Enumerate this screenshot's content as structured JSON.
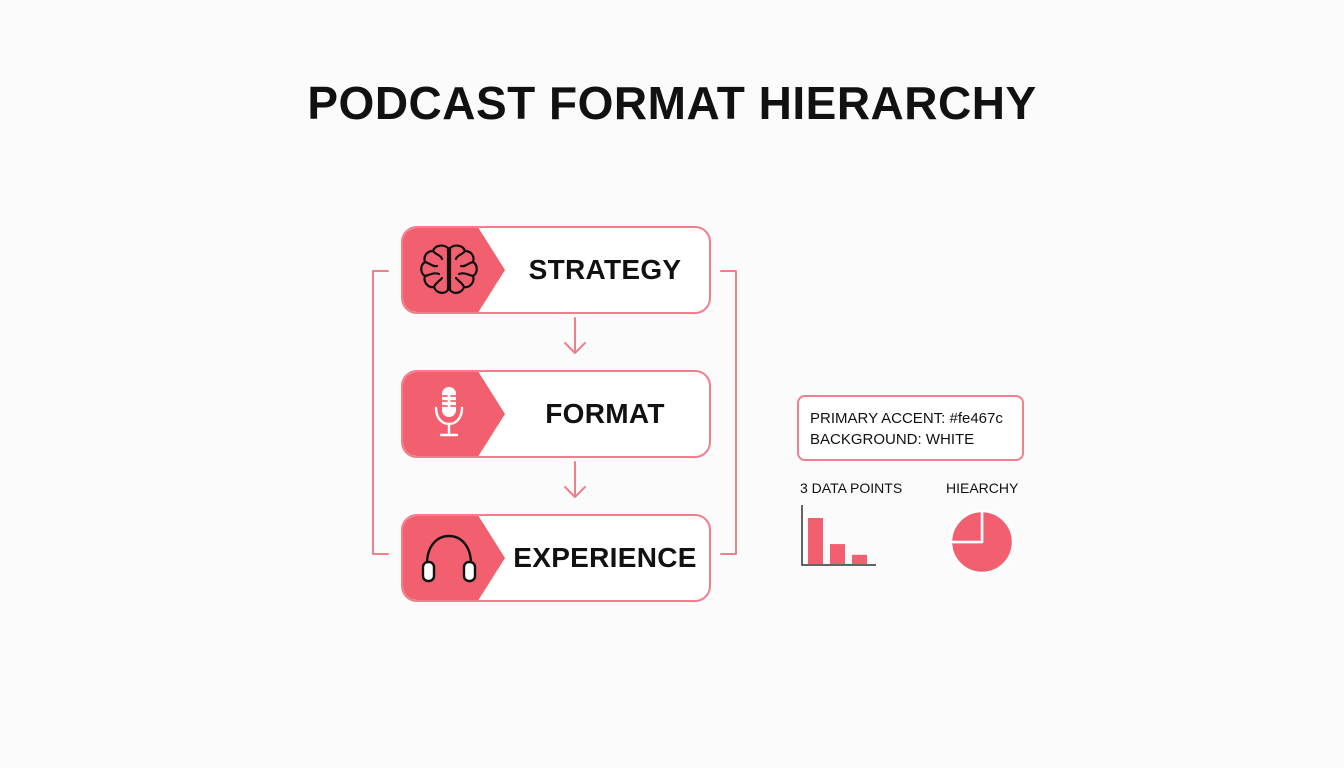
{
  "title": "PODCAST FORMAT HIERARCHY",
  "steps": [
    {
      "label": "STRATEGY",
      "icon": "brain-icon"
    },
    {
      "label": "FORMAT",
      "icon": "microphone-icon"
    },
    {
      "label": "EXPERIENCE",
      "icon": "headphones-icon"
    }
  ],
  "legend": {
    "line1": "PRIMARY ACCENT: #fe467c",
    "line2": "BACKGROUND: WHITE"
  },
  "mini_bar": {
    "label": "3 DATA POINTS",
    "values": [
      3,
      1.3,
      0.6
    ]
  },
  "mini_pie": {
    "label": "HIEARCHY",
    "slices": [
      0.75,
      0.25
    ]
  },
  "colors": {
    "accent": "#f2606f",
    "border": "#ee7f8b",
    "text": "#111111",
    "background": "#fbfbfb"
  }
}
